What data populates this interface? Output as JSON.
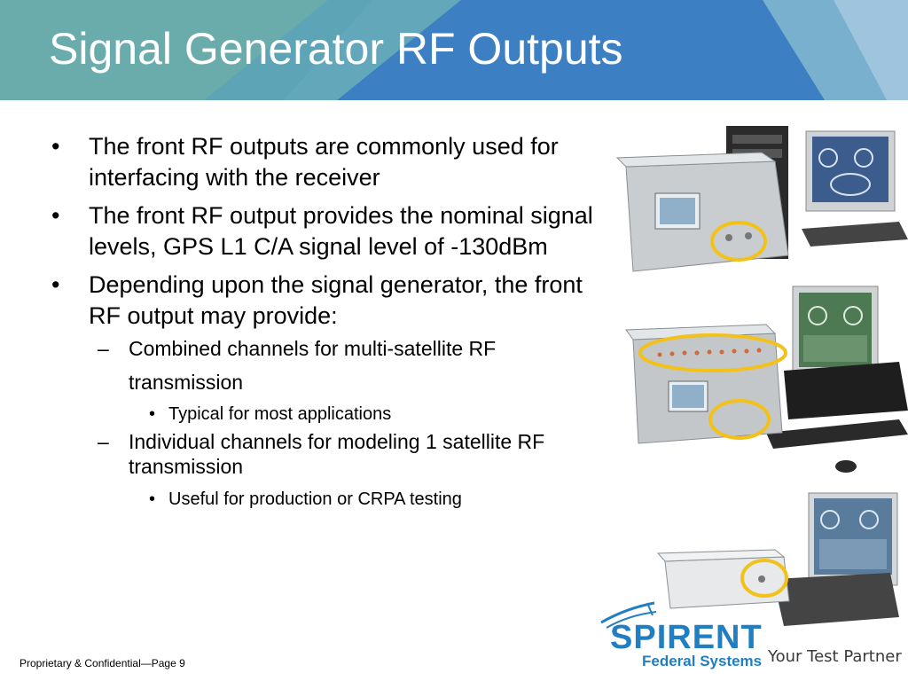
{
  "header": {
    "title": "Signal Generator RF Outputs"
  },
  "bullets": {
    "b1": "The front RF outputs are commonly used for interfacing with the receiver",
    "b2": "The front RF output provides the nominal signal levels, GPS L1 C/A signal level of -130dBm",
    "b3": "Depending upon the signal generator, the front RF output may provide:",
    "sub1": "Combined channels for multi-satellite RF transmission",
    "sub1_note": "Typical for most applications",
    "sub2": "Individual channels for modeling 1 satellite RF transmission",
    "sub2_note": "Useful for production or CRPA testing"
  },
  "symbols": {
    "bullet": "•",
    "dash": "–"
  },
  "footer": {
    "text": "Proprietary & Confidential—Page 9"
  },
  "logo": {
    "name": "SPIRENT",
    "division": "Federal Systems",
    "tagline": "Your Test Partner"
  },
  "colors": {
    "header_teal": "#5fa8a8",
    "header_blue": "#3c7fc3",
    "highlight_circle": "#f2c21b",
    "logo_blue": "#1f7fc2"
  },
  "photos": [
    {
      "icon": "signal-generator-with-pc-photo"
    },
    {
      "icon": "multi-channel-signal-generator-with-pc-photo"
    },
    {
      "icon": "compact-signal-generator-with-pc-photo"
    }
  ]
}
